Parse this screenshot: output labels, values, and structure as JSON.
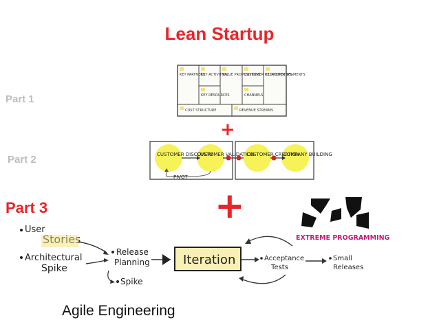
{
  "title": "Lean Startup",
  "parts": {
    "part1": "Part 1",
    "part2": "Part 2",
    "part3": "Part 3"
  },
  "plus_symbol": "+",
  "business_canvas": {
    "cells": [
      "KEY PARTNERS",
      "KEY ACTIVITIES",
      "VALUE PROPOSITIONS",
      "CUSTOMER RELATIONSHIPS",
      "CUSTOMER SEGMENTS",
      "KEY RESOURCES",
      "CHANNELS",
      "COST STRUCTURE",
      "REVENUE STREAMS"
    ]
  },
  "customer_development": {
    "stages": [
      "CUSTOMER DISCOVERY",
      "CUSTOMER VALIDATION",
      "CUSTOMER CREATION",
      "COMPANY BUILDING"
    ],
    "pivot": "PIVOT"
  },
  "xp_logo": {
    "text": "EXTREME PROGRAMMING"
  },
  "agile_flow": {
    "user_stories_1": "User",
    "user_stories_2": "Stories",
    "arch_spike_1": "Architectural",
    "arch_spike_2": "Spike",
    "release_planning_1": "Release",
    "release_planning_2": "Planning",
    "spike": "Spike",
    "iteration": "Iteration",
    "acceptance_1": "Acceptance",
    "acceptance_2": "Tests",
    "small_releases_1": "Small",
    "small_releases_2": "Releases"
  },
  "footer": "Agile Engineering",
  "colors": {
    "accent_red": "#e8252b",
    "muted_gray": "#bdbdbd",
    "highlight_yellow": "#f5f03a",
    "sticky_yellow": "#f6e27a"
  }
}
